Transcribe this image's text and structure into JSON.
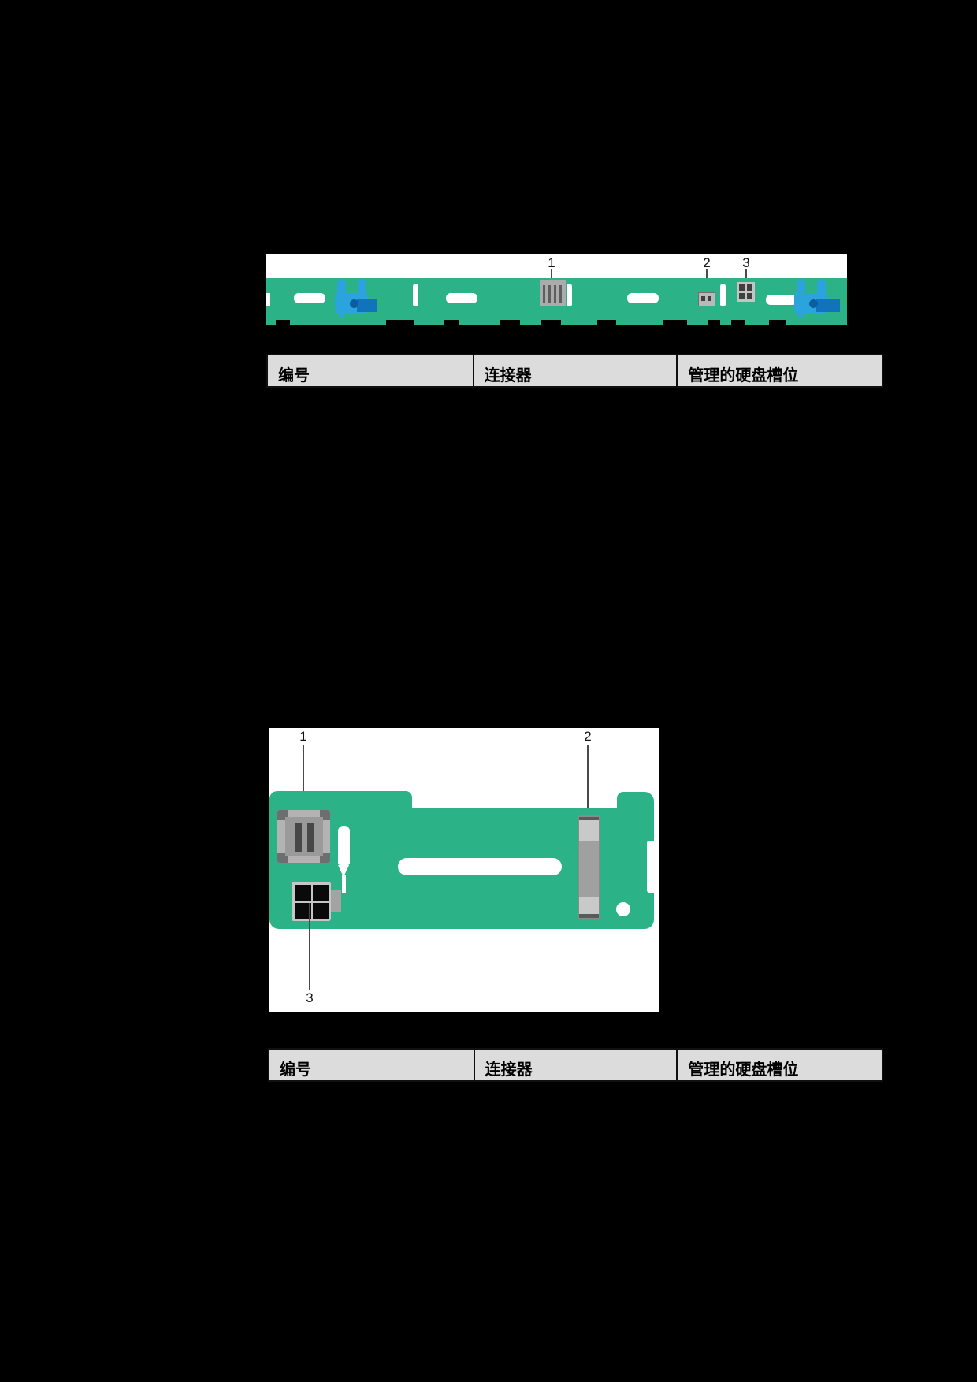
{
  "figure1": {
    "callouts": [
      {
        "label": "1"
      },
      {
        "label": "2"
      },
      {
        "label": "3"
      }
    ]
  },
  "figure2": {
    "callouts": [
      {
        "label": "1"
      },
      {
        "label": "2"
      },
      {
        "label": "3"
      }
    ]
  },
  "table1": {
    "headers": [
      {
        "label": "编号"
      },
      {
        "label": "连接器"
      },
      {
        "label": "管理的硬盘槽位"
      }
    ]
  },
  "table2": {
    "headers": [
      {
        "label": "编号"
      },
      {
        "label": "连接器"
      },
      {
        "label": "管理的硬盘槽位"
      }
    ]
  },
  "colors": {
    "board_green": "#2BB287",
    "latch_blue": "#2BA3DC",
    "latch_blue_dark": "#1173BC",
    "header_gray": "#DCDCDC",
    "page_background": "#000000"
  }
}
